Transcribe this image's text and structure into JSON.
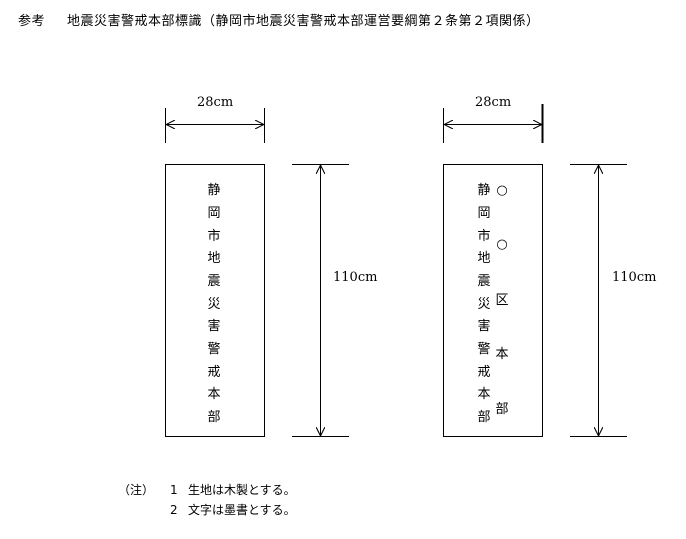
{
  "title": {
    "label": "参考",
    "text": "地震災害警戒本部標識（静岡市地震災害警戒本部運営要綱第２条第２項関係）"
  },
  "sign_left": {
    "width": "28cm",
    "height": "110cm",
    "main_text": [
      "静",
      "岡",
      "市",
      "地",
      "震",
      "災",
      "害",
      "警",
      "戒",
      "本",
      "部"
    ]
  },
  "sign_right": {
    "width": "28cm",
    "height": "110cm",
    "main_text": [
      "静",
      "岡",
      "市",
      "地",
      "震",
      "災",
      "害",
      "警",
      "戒",
      "本",
      "部"
    ],
    "ward_text": [
      "○",
      "○",
      "区",
      "本",
      "部"
    ]
  },
  "notes": {
    "lead": "（注）",
    "items": [
      {
        "num": "1",
        "text": "生地は木製とする。"
      },
      {
        "num": "2",
        "text": "文字は墨書とする。"
      }
    ]
  }
}
